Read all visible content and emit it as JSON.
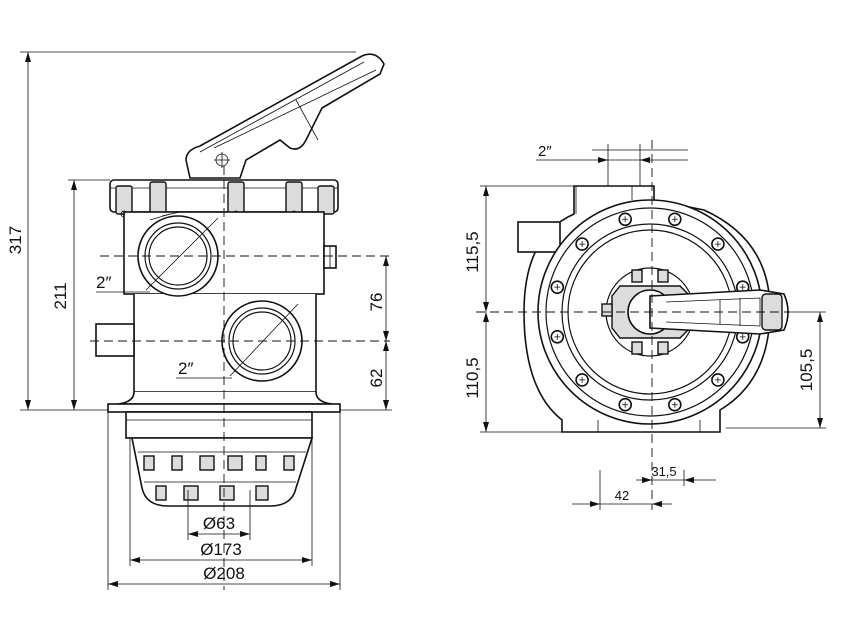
{
  "side_view": {
    "dims": {
      "total_height": "317",
      "body_height": "211",
      "upper_port_offset": "76",
      "lower_port_offset": "62",
      "upper_port_size": "2″",
      "lower_port_size": "2″",
      "dia_small": "Ø63",
      "dia_mid": "Ø173",
      "dia_large": "Ø208"
    }
  },
  "top_view": {
    "dims": {
      "port_size": "2″",
      "upper_height": "115,5",
      "lower_height": "110,5",
      "handle_height": "105,5",
      "offset_a": "31,5",
      "offset_b": "42"
    }
  }
}
